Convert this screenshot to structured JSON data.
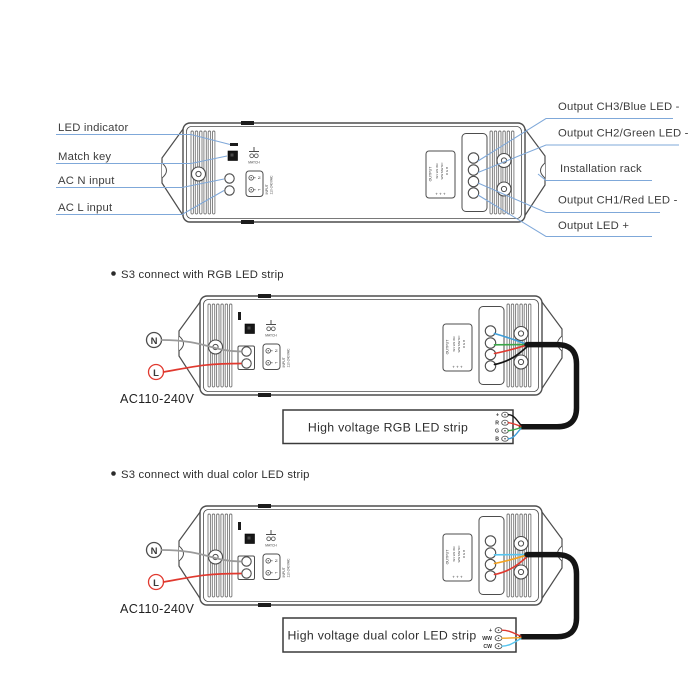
{
  "colors": {
    "leader": "#7fa8d9",
    "red": "#e0392f",
    "green": "#3aa648",
    "blue": "#3f9ed9",
    "light_blue": "#56c5f0",
    "orange": "#f4a21f",
    "wire_gray": "#9a9a9a",
    "cable": "#141414",
    "device_stroke": "#4d4d4d"
  },
  "device_text": {
    "match_label": "MATCH",
    "input_label": "INPUT",
    "input_voltage": "110-240VAC",
    "terminal_n": "N",
    "terminal_l": "L",
    "output_label": "OUTPUT",
    "output_grid": [
      "W1 W2 W3",
      "WW MW NC",
      "R  G  B"
    ],
    "output_plus_row": "+ + +"
  },
  "top_diagram": {
    "left_labels": [
      "LED indicator",
      "Match key",
      "AC N input",
      "AC L input"
    ],
    "right_labels": [
      "Output CH3/Blue LED -",
      "Output CH2/Green LED -",
      "Installation rack",
      "Output CH1/Red LED -",
      "Output LED +"
    ]
  },
  "rgb_section": {
    "title": "S3 connect with RGB LED strip",
    "neutral": "N",
    "live": "L",
    "voltage": "AC110-240V",
    "strip_label": "High voltage RGB LED strip",
    "strip_terminals": [
      "+",
      "R",
      "G",
      "B"
    ]
  },
  "dual_section": {
    "title": "S3 connect with dual color LED strip",
    "neutral": "N",
    "live": "L",
    "voltage": "AC110-240V",
    "strip_label": "High voltage dual color LED strip",
    "strip_terminals": [
      "+",
      "WW",
      "CW"
    ]
  }
}
